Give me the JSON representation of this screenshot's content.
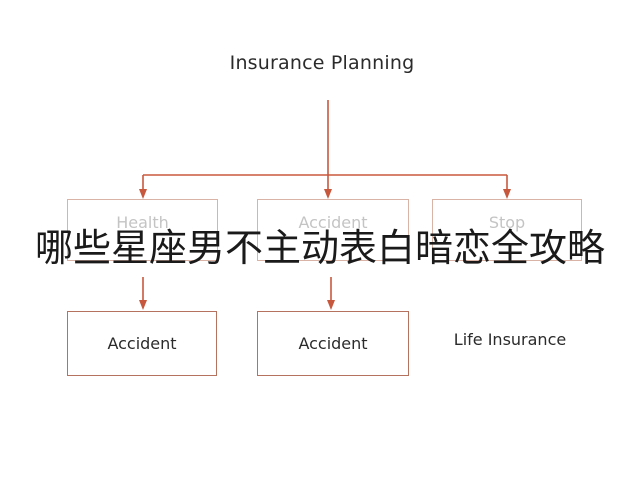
{
  "diagram": {
    "title": "Insurance Planning",
    "level1": [
      {
        "label": "Health"
      },
      {
        "label": "Accident"
      },
      {
        "label": "Stop"
      }
    ],
    "level2": [
      {
        "label": "Accident"
      },
      {
        "label": "Accident"
      },
      {
        "label": "Life Insurance"
      }
    ],
    "colors": {
      "connector": "#c8583d",
      "box_border": "#b5735f"
    }
  },
  "overlay": {
    "text": "哪些星座男不主动表白暗恋全攻略"
  }
}
